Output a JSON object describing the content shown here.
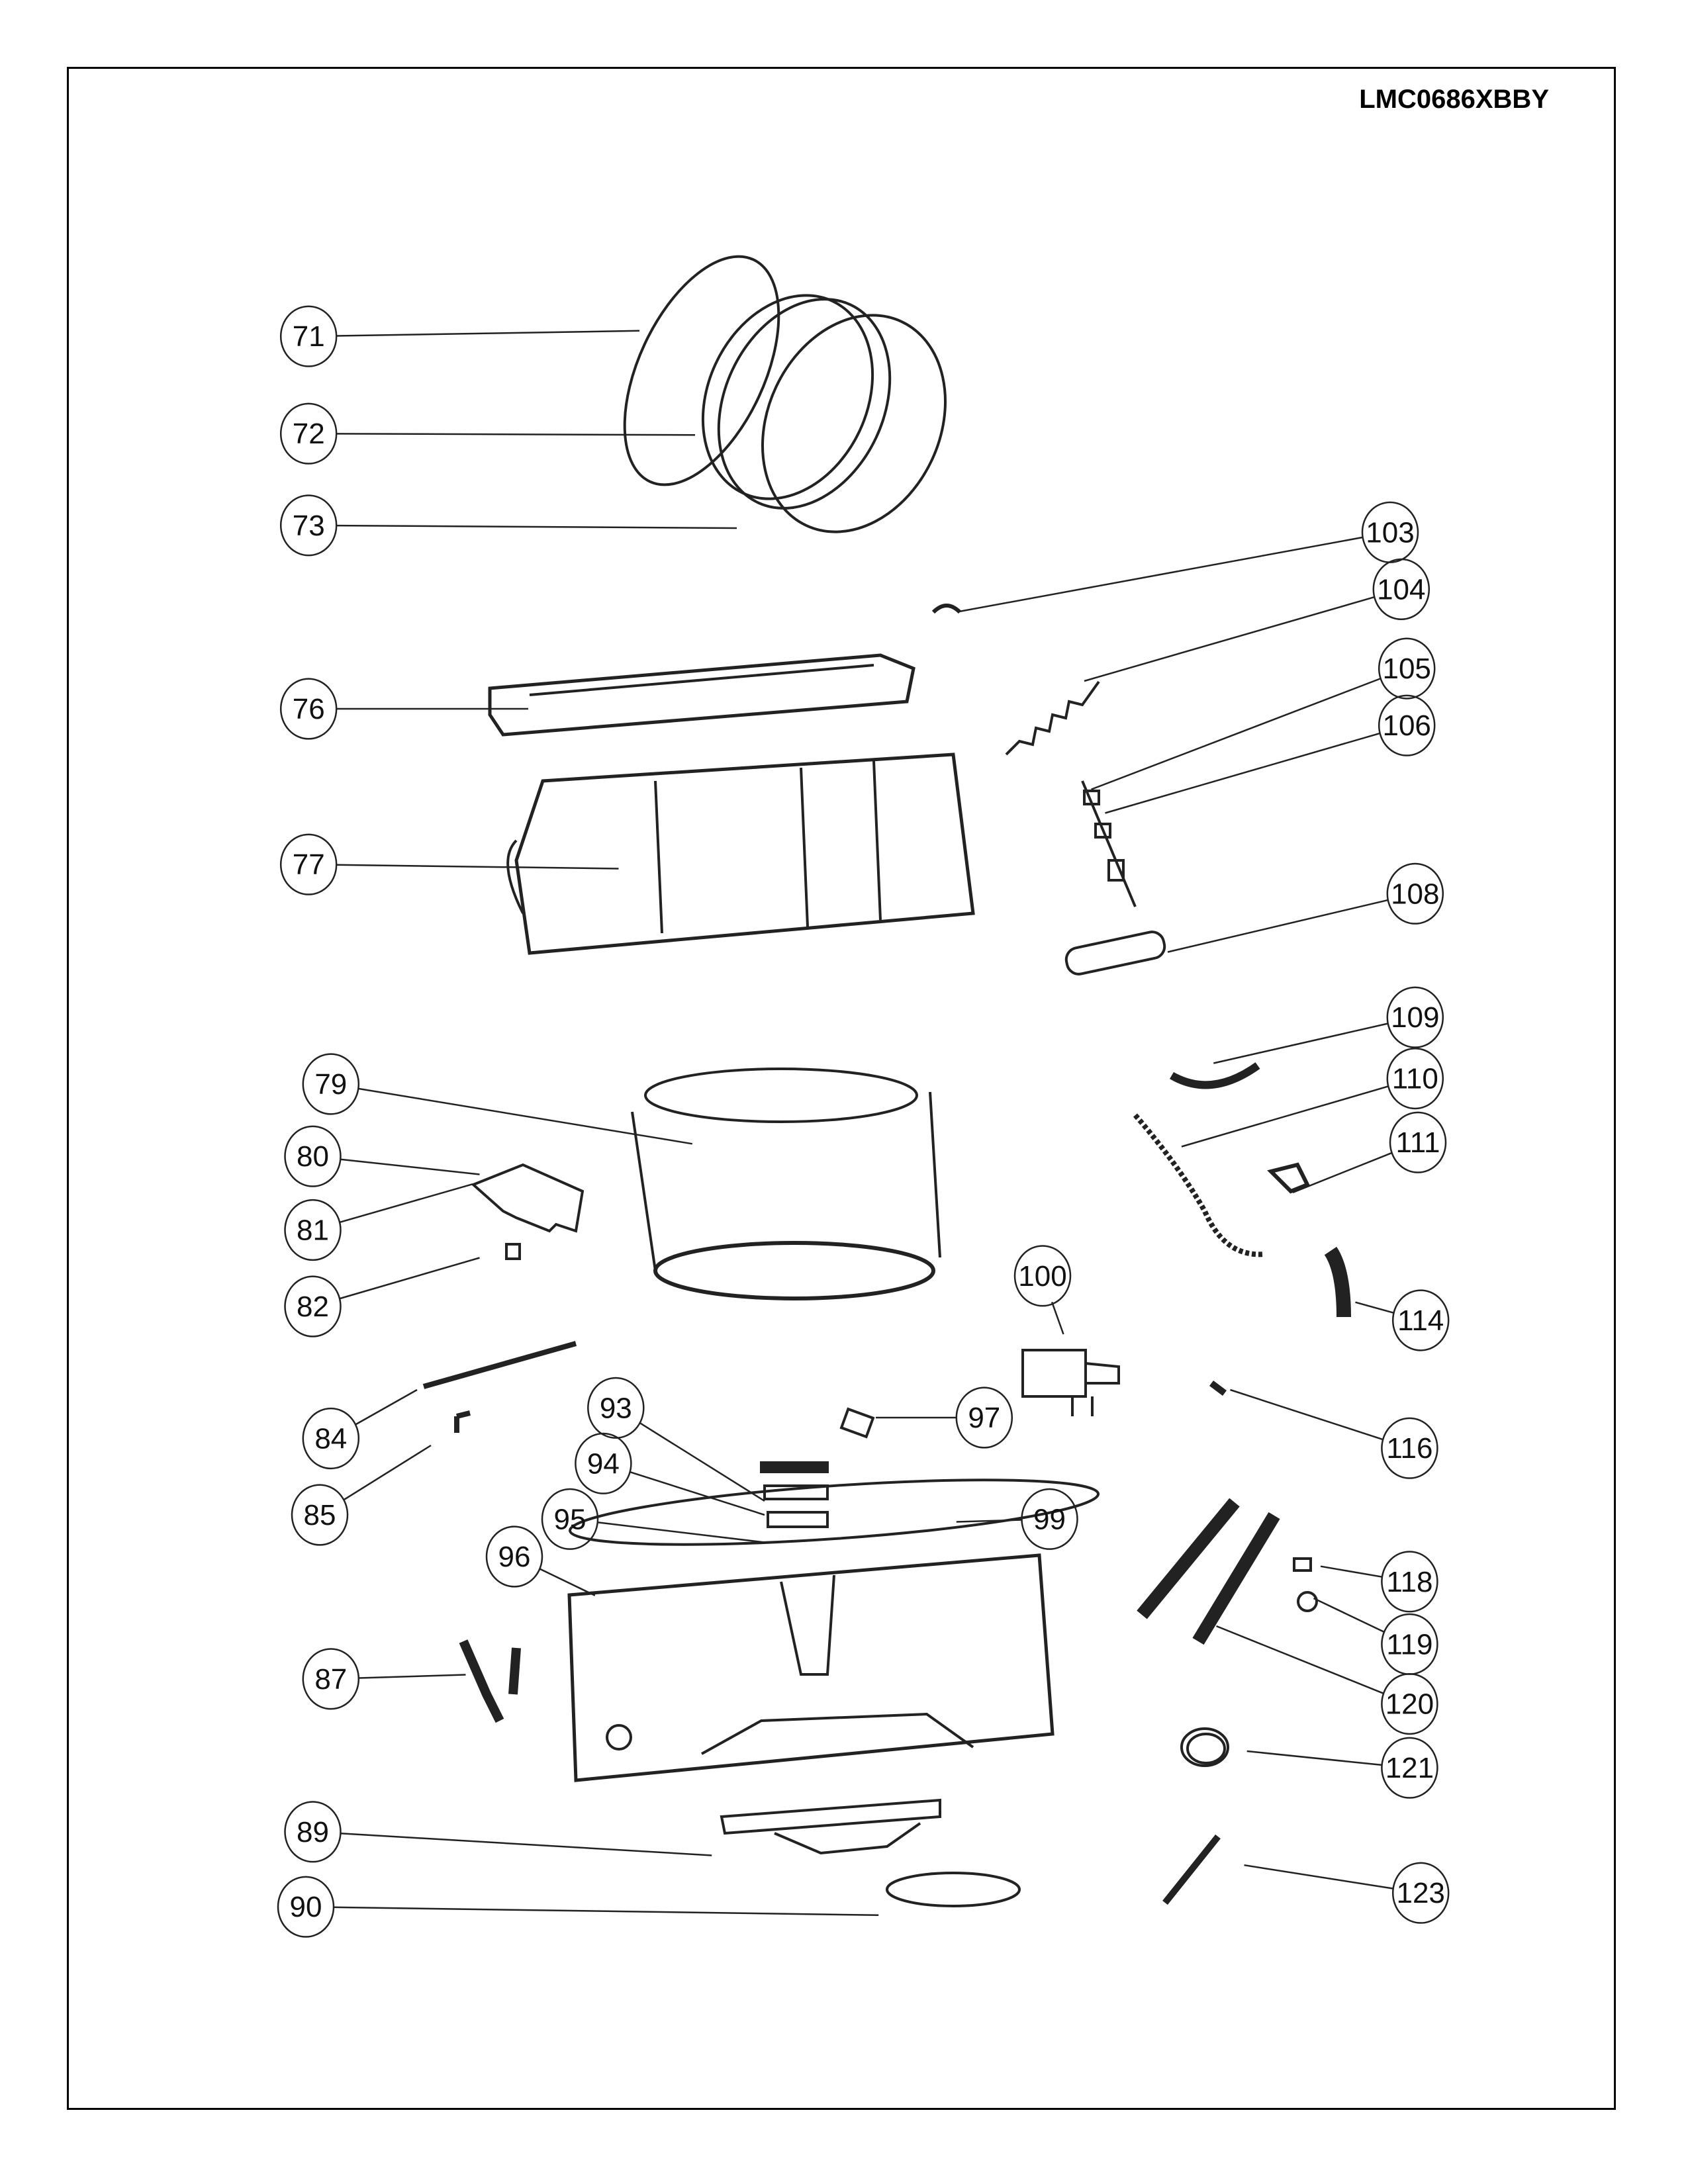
{
  "model_number": "LMC0686XBBY",
  "callouts": [
    "71",
    "72",
    "73",
    "76",
    "77",
    "79",
    "80",
    "81",
    "82",
    "84",
    "85",
    "87",
    "89",
    "90",
    "93",
    "94",
    "95",
    "96",
    "97",
    "99",
    "100",
    "103",
    "104",
    "105",
    "106",
    "108",
    "109",
    "110",
    "111",
    "114",
    "116",
    "118",
    "119",
    "120",
    "121",
    "123"
  ]
}
